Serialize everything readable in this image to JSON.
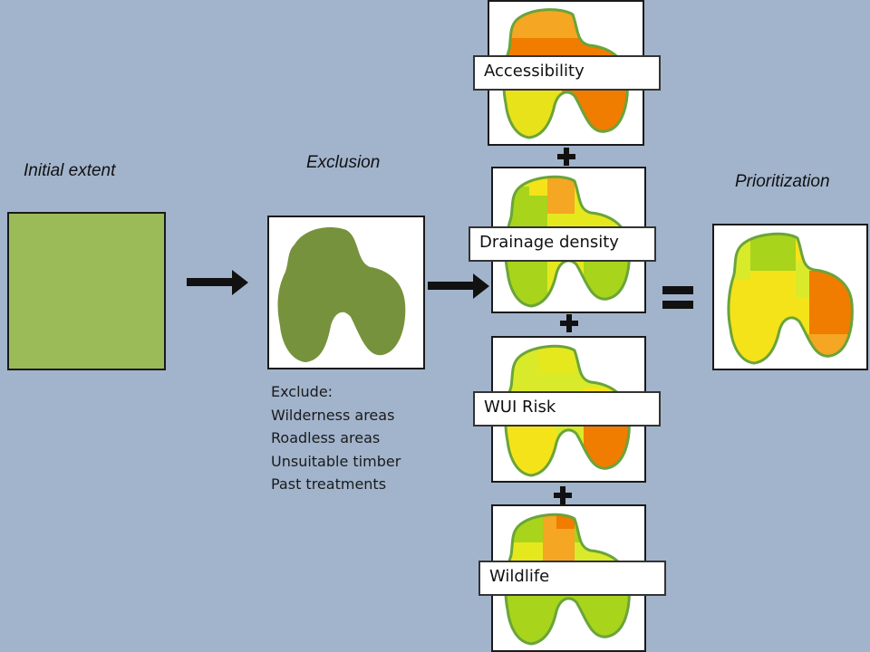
{
  "stages": {
    "initial": "Initial extent",
    "exclusion": "Exclusion",
    "prioritization": "Prioritization"
  },
  "exclusion_list": {
    "heading": "Exclude:",
    "items": [
      "Wilderness areas",
      "Roadless areas",
      "Unsuitable timber",
      "Past treatments"
    ]
  },
  "layers": [
    "Accessibility",
    "Drainage density",
    "WUI Risk",
    "Wildlife"
  ],
  "operators": [
    "+",
    "+",
    "+",
    "="
  ],
  "colors": {
    "background": "#a2b4cc",
    "initial_fill": "#9bbb59",
    "exclusion_fill": "#76923c",
    "high": "#f07c00",
    "med_high": "#f5a623",
    "medium": "#f5e31a",
    "low": "#d9ea2a",
    "lowest": "#a8d41c",
    "outline": "#6aa43a"
  }
}
